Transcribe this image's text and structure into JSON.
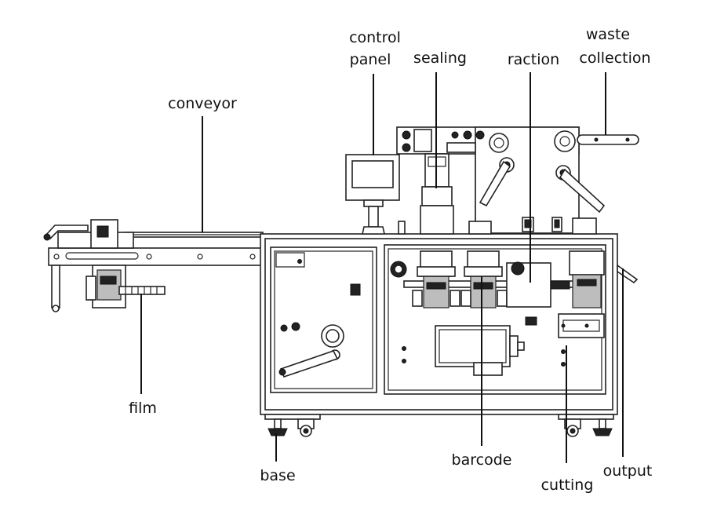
{
  "labels": {
    "control_panel_line1": "control",
    "control_panel_line2": "panel",
    "sealing": "sealing",
    "raction": "raction",
    "waste_line1": "waste",
    "waste_line2": "collection",
    "conveyor": "conveyor",
    "film": "film",
    "base": "base",
    "barcode": "barcode",
    "cutting": "cutting",
    "output": "output"
  }
}
